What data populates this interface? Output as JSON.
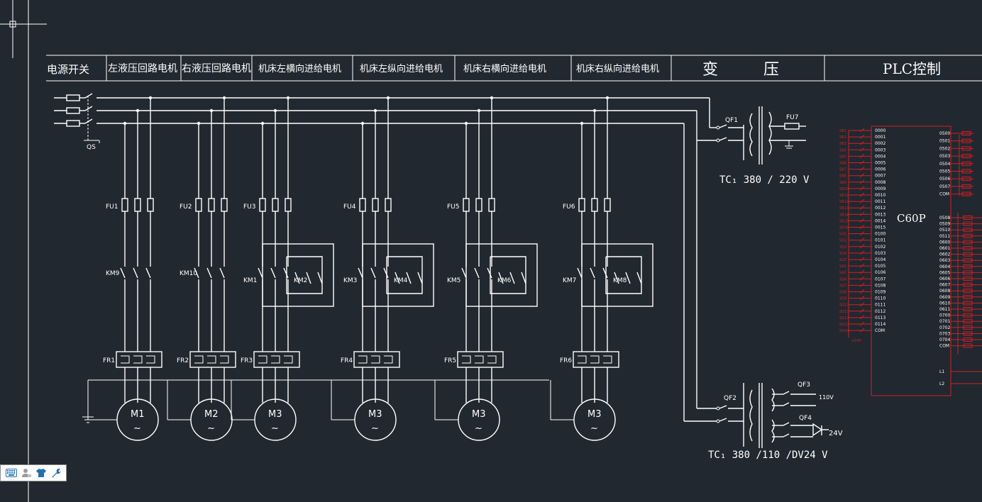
{
  "header": {
    "labels": [
      "电源开关",
      "左液压回路电机",
      "右液压回路电机",
      "机床左横向进给电机",
      "机床左纵向进给电机",
      "机床右横向进给电机",
      "机床右纵向进给电机",
      "变",
      "压",
      "PLC控制"
    ]
  },
  "power": {
    "switch_label": "QS",
    "qf1": "QF1",
    "fu7": "FU7",
    "qf2": "QF2",
    "qf3": "QF3",
    "qf4": "QF4",
    "tc1_text": "TC₁ 380 / 220 V",
    "tc2_text": "TC₁ 380 /110 /DV24 V",
    "v110": "110V",
    "v24": "24V"
  },
  "columns": [
    {
      "fu": "FU1",
      "km": [
        "KM9"
      ],
      "fr": "FR1",
      "motor": "M1"
    },
    {
      "fu": "FU2",
      "km": [
        "KM10"
      ],
      "fr": "FR2",
      "motor": "M2"
    },
    {
      "fu": "FU3",
      "km": [
        "KM1",
        "KM2"
      ],
      "fr": "FR3",
      "motor": "M3"
    },
    {
      "fu": "FU4",
      "km": [
        "KM3",
        "KM4"
      ],
      "fr": "FR4",
      "motor": "M3"
    },
    {
      "fu": "FU5",
      "km": [
        "KM5",
        "KM6"
      ],
      "fr": "FR5",
      "motor": "M3"
    },
    {
      "fu": "FU6",
      "km": [
        "KM7",
        "KM8"
      ],
      "fr": "FR6",
      "motor": "M3"
    }
  ],
  "plc": {
    "model": "C60P",
    "inputs": [
      "0000",
      "0001",
      "0002",
      "0003",
      "0004",
      "0005",
      "0006",
      "0007",
      "0008",
      "0009",
      "0010",
      "0011",
      "0012",
      "0013",
      "0014",
      "0015",
      "0100",
      "0101",
      "0102",
      "0103",
      "0104",
      "0105",
      "0106",
      "0107",
      "0108",
      "0109",
      "0110",
      "0111",
      "0112",
      "0113",
      "0114",
      "COM"
    ],
    "input_switches": [
      "SB1",
      "SB2",
      "SB3",
      "SB4",
      "SB5",
      "SB6",
      "SB7",
      "SB8",
      "SB9",
      "SB10",
      "SB11",
      "SB12",
      "SB13",
      "SB14",
      "SB15",
      "SB16",
      "SQ1",
      "SQ2",
      "SQ3",
      "SQ4",
      "SQ5",
      "SA1",
      "SA2",
      "SQ6",
      "SQ7",
      "SQ8",
      "SQ9",
      "SQ10",
      "SQ11",
      "SQ12",
      "SQ13",
      "SQ14"
    ],
    "outputs_top": [
      "0500",
      "0501",
      "0502",
      "0503",
      "0504",
      "0505",
      "0506",
      "0507",
      "COM"
    ],
    "outputs_bottom": [
      "0508",
      "0509",
      "0510",
      "0511",
      "0600",
      "0601",
      "0602",
      "0603",
      "0604",
      "0605",
      "0606",
      "0607",
      "0608",
      "0609",
      "0610",
      "0611",
      "0700",
      "0701",
      "0702",
      "0703",
      "0704",
      "COM"
    ],
    "supply": [
      "L1",
      "L2"
    ],
    "plus24": "+24V"
  },
  "statusbar": {
    "icons": [
      "keyboard-icon",
      "user-icon",
      "tshirt-icon",
      "wrench-icon"
    ]
  },
  "colors": {
    "background": "#212830",
    "line": "#ffffff",
    "plc": "#d21f24",
    "accent": "#1f6fb3"
  }
}
